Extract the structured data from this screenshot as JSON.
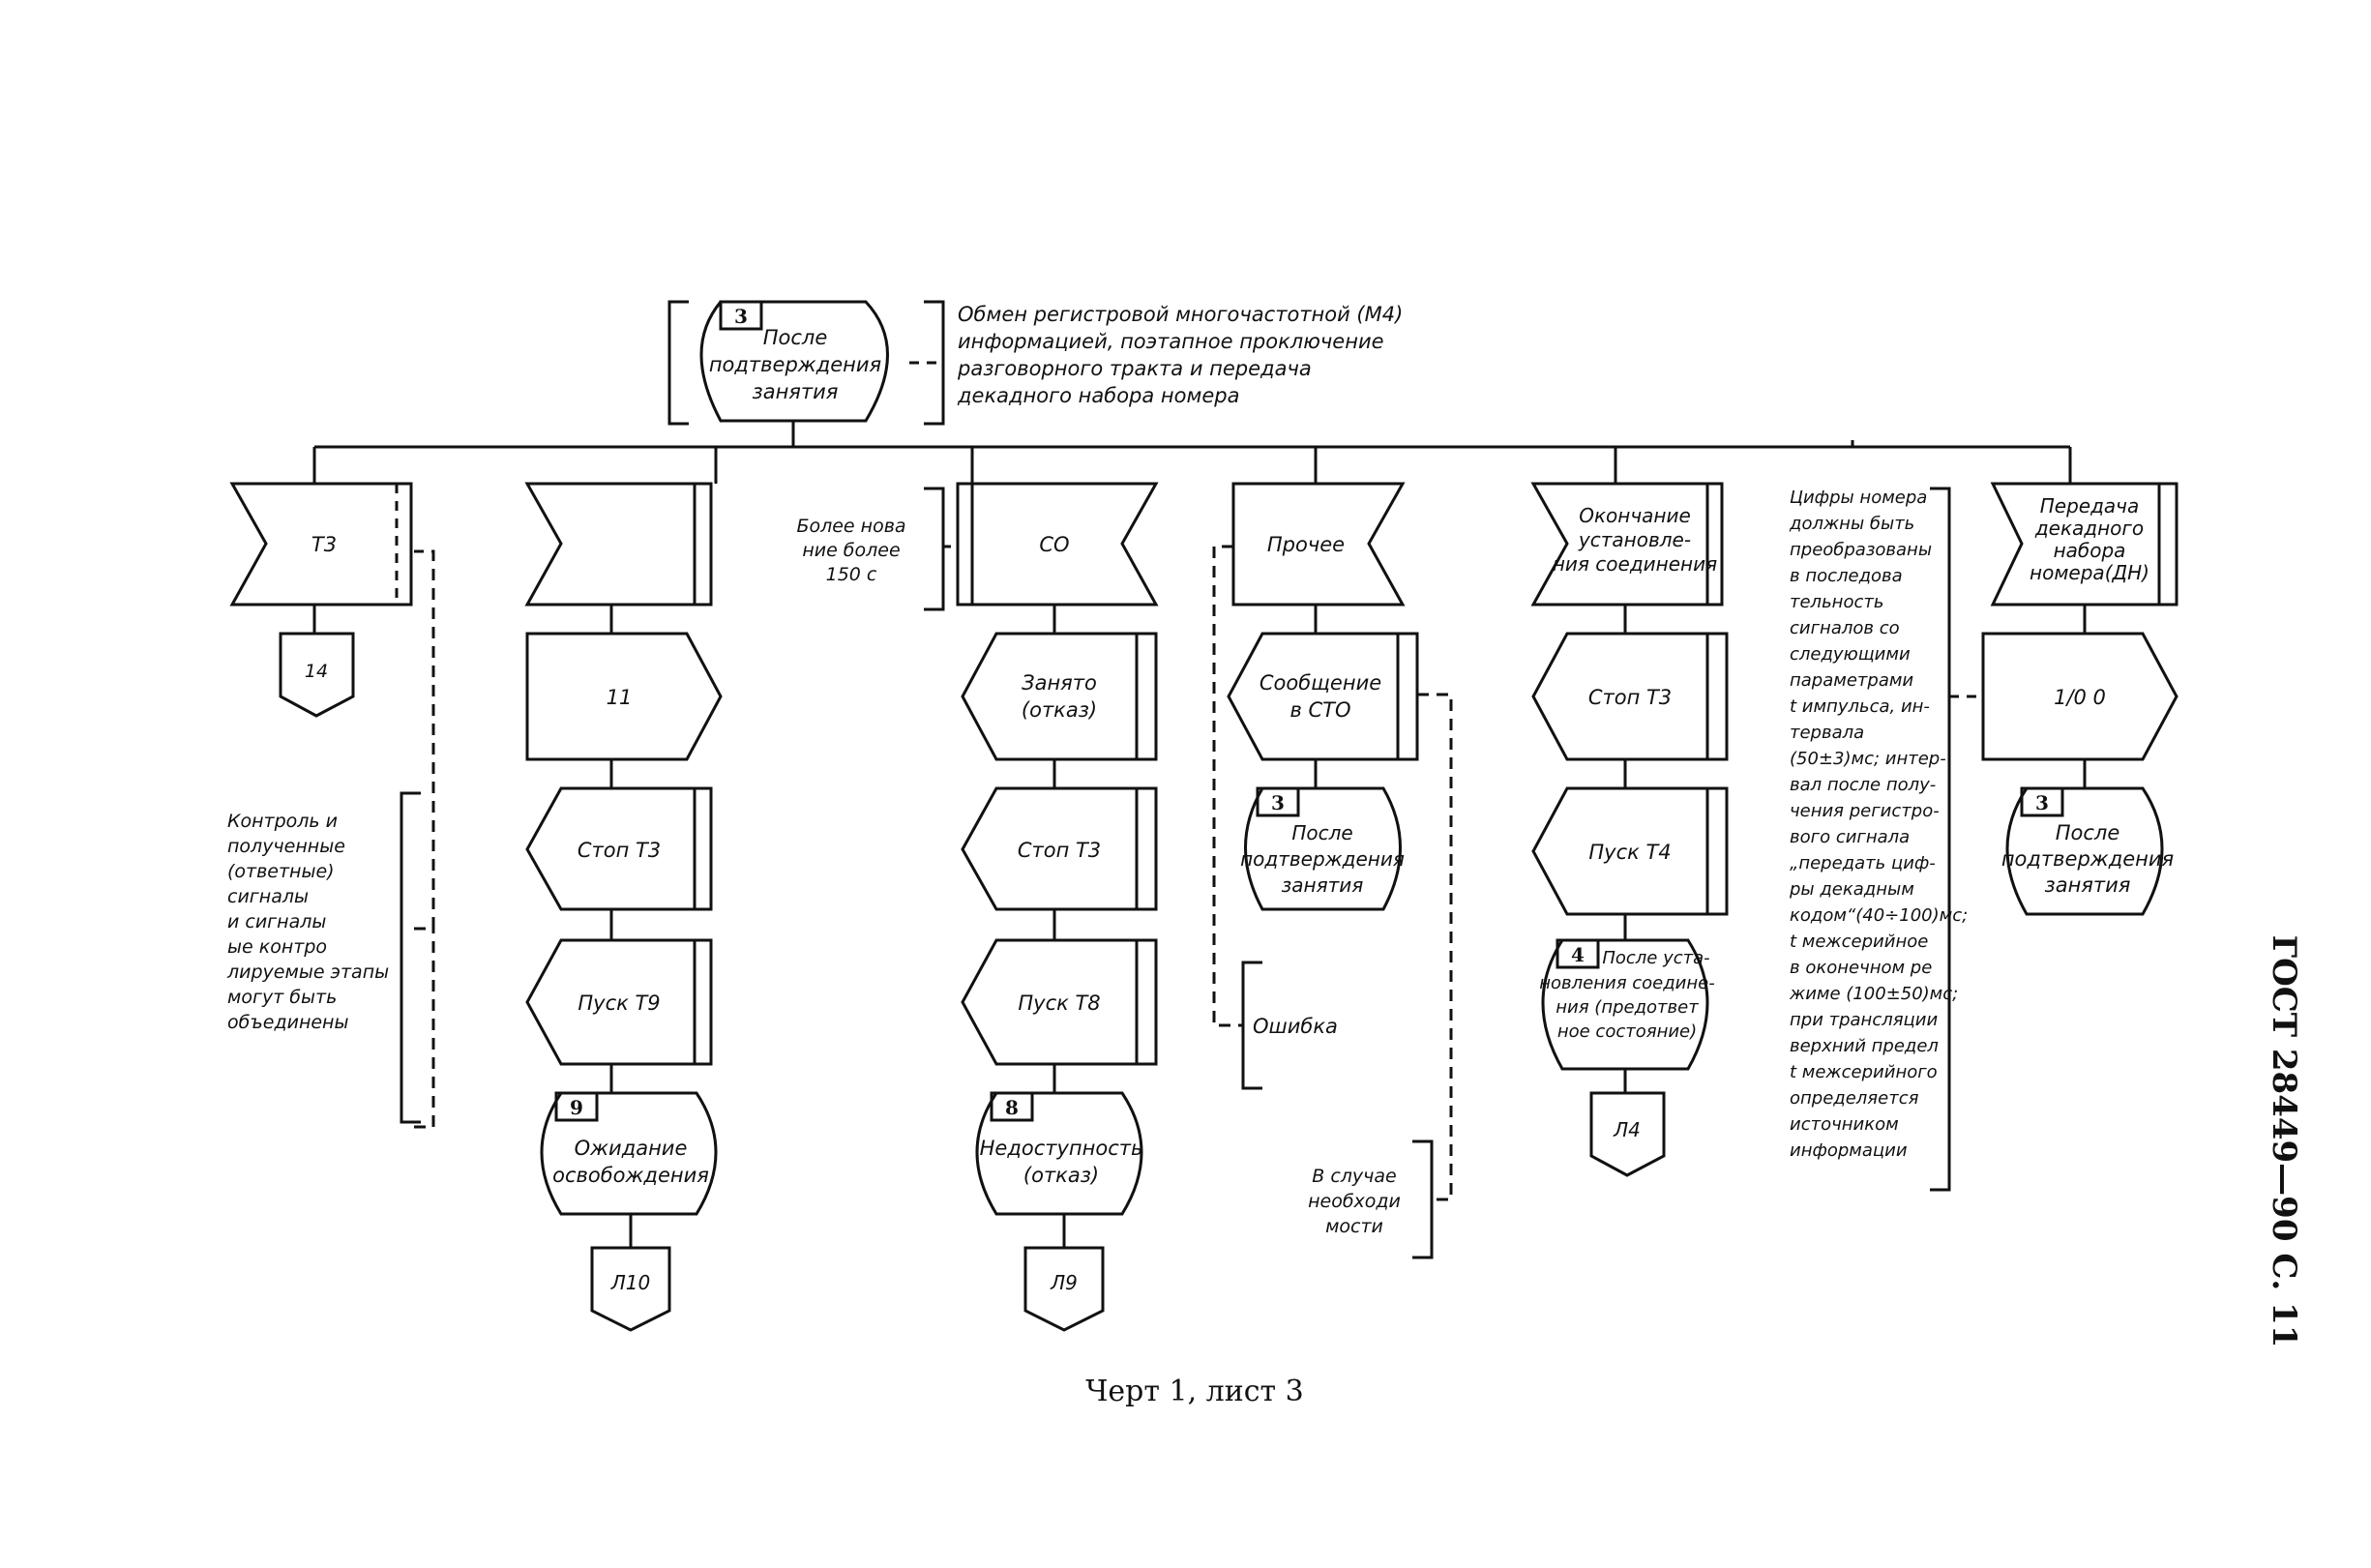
{
  "top_state": {
    "number": "3",
    "lines": [
      "После",
      "подтверждения",
      "занятия"
    ],
    "comment": [
      "Обмен регистровой многочастотной (М4)",
      "информацией, поэтапное проключение",
      "разговорного тракта и передача",
      "декадного набора номера"
    ]
  },
  "columns": {
    "c1": {
      "input_lines": [
        "Т3"
      ],
      "output_connector": "14",
      "comment": [
        "Контроль и",
        "полученные",
        "(ответные)",
        "сигналы",
        "и сигналы",
        "ые контро",
        "лируемые этапы",
        "могут быть",
        "объединены"
      ]
    },
    "c2": {
      "input_lines": [
        ""
      ],
      "task": [
        "11"
      ],
      "outputs": [
        [
          "Стоп Т3"
        ],
        [
          "Пуск Т9"
        ]
      ],
      "next_state": {
        "number": "9",
        "lines": [
          "Ожидание",
          "освобождения"
        ]
      },
      "connector": "Л10"
    },
    "c3": {
      "side_comment": [
        "Более нова",
        "ние более",
        "150 с"
      ],
      "input_lines": [
        "СО"
      ],
      "outputs": [
        [
          "Занято",
          "(отказ)"
        ],
        [
          "Стоп Т3"
        ],
        [
          "Пуск Т8"
        ]
      ],
      "next_state": {
        "number": "8",
        "lines": [
          "Недоступность",
          "(отказ)"
        ]
      },
      "connector": "Л9"
    },
    "c4": {
      "input_lines": [
        "Прочее"
      ],
      "output_lines": [
        "Сообщение",
        "в СТО"
      ],
      "next_state": {
        "number": "3",
        "lines": [
          "После",
          "подтверждения",
          "занятия"
        ]
      },
      "error_comment": [
        "Ошибка"
      ],
      "case_comment": [
        "В случае",
        "необходи",
        "мости"
      ]
    },
    "c5": {
      "input_lines": [
        "Окончание",
        "установле-",
        "ния соединения"
      ],
      "outputs": [
        [
          "Стоп Т3"
        ],
        [
          "Пуск Т4"
        ]
      ],
      "next_state": {
        "number": "4",
        "lines": [
          "После уста-",
          "новления соедине-",
          "ния (предответ",
          "ное состояние)"
        ]
      },
      "connector": "Л4"
    },
    "c6": {
      "input_lines": [
        "Передача",
        "декадного",
        "набора",
        "номера(ДН)"
      ],
      "output_lines": [
        "1/0  0"
      ],
      "next_state": {
        "number": "3",
        "lines": [
          "После",
          "подтверждения",
          "занятия"
        ]
      },
      "comment": [
        "Цифры номера",
        "должны быть",
        "преобразованы",
        "в последова",
        "тельность",
        "сигналов со",
        "следующими",
        "параметрами",
        "t импульса, ин-",
        "тервала",
        "(50±3)мс; интер-",
        "вал после полу-",
        "чения регистро-",
        "вого сигнала",
        "„передать циф-",
        "ры декадным",
        "кодом“(40÷100)мс;",
        "t межсерийное",
        "в оконечном ре",
        "жиме (100±50)мс;",
        "при трансляции",
        "верхний предел",
        "t межсерийного",
        "определяется",
        "источником",
        "информации"
      ]
    }
  },
  "caption": "Черт  1, лист 3",
  "side_ref": "ГОСТ 28449—90 С. 11"
}
